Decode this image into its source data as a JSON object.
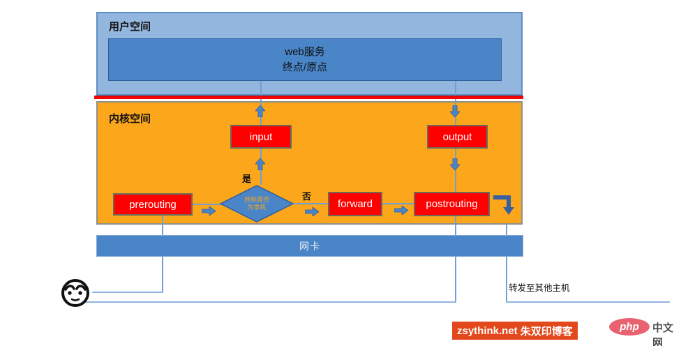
{
  "colors": {
    "user_space_bg": "#93B6DE",
    "panel_blue": "#4A85C8",
    "kernel_bg": "#FBA61B",
    "chain_red": "#FE0000",
    "divider_red": "#F50505",
    "connector_blue": "#6FA0D0",
    "arrow_dark_blue": "#3A5F9E",
    "diamond_text_orange": "#F9A51A",
    "watermark_bg": "#E2481C",
    "php_logo_pink": "#E96270"
  },
  "user_space": {
    "label": "用户空间",
    "web_service": {
      "line1": "web服务",
      "line2": "终点/原点"
    }
  },
  "kernel_space": {
    "label": "内核空间",
    "chains": {
      "prerouting": "prerouting",
      "input": "input",
      "forward": "forward",
      "output": "output",
      "postrouting": "postrouting"
    },
    "decision": {
      "line1": "目标是否",
      "line2": "为本机",
      "yes_label": "是",
      "no_label": "否"
    }
  },
  "nic": {
    "label": "网卡"
  },
  "annotations": {
    "forward_to_other_host": "转发至其他主机"
  },
  "watermarks": {
    "blog_domain": "zsythink.net",
    "blog_name": "朱双印博客",
    "php_logo": "php",
    "php_site": "中文网"
  }
}
